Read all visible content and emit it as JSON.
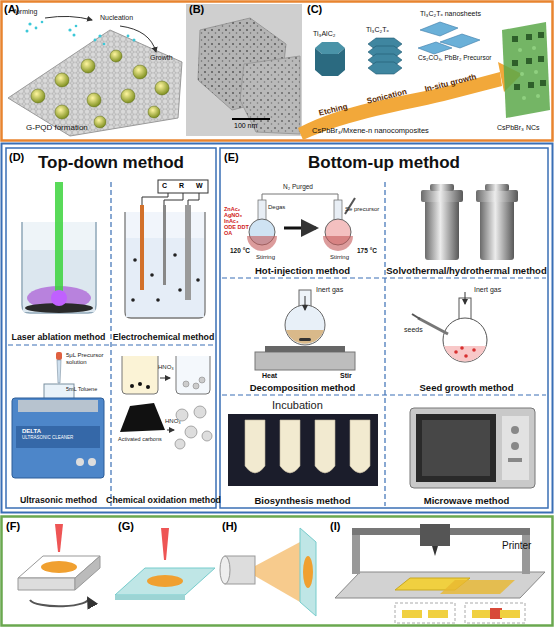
{
  "diagram": {
    "nodes": [
      {
        "text": [
          "Top-down method"
        ]
      },
      {
        "text": [
          "Laser ablation method"
        ],
        "in": 0
      },
      {
        "text": [
          "Electrochemical method"
        ],
        "in": 0
      },
      {
        "text": [
          "Ultrasonic method"
        ],
        "in": 0
      },
      {
        "text": [
          "Chemical oxidation method"
        ],
        "in": 0
      },
      {
        "text": [
          "Bottom-up method"
        ]
      },
      {
        "text": [
          "Hot-injection method"
        ],
        "in": 5
      },
      {
        "text": [
          "Solvothermal/hydrothermal method"
        ],
        "in": 5
      },
      {
        "text": [
          "Decomposition method"
        ],
        "in": 5
      },
      {
        "text": [
          "Seed growth method"
        ],
        "in": 5
      },
      {
        "text": [
          "Biosynthesis method"
        ],
        "in": 5
      },
      {
        "text": [
          "Microwave method"
        ],
        "in": 5
      }
    ],
    "labels": [
      "(A)",
      "forming",
      "Nucleation",
      "Growth",
      "G-PQD formation",
      "(B)",
      "100 nm",
      "(C)",
      "Ti₃AlC₂",
      "Ti₃C₂Tₓ",
      "Ti₃C₂Tₓ nanosheets",
      "Cs₂CO₃, PbBr₂ Precursor",
      "Etching",
      "Sonication",
      "In-situ growth",
      "CsPbBr₃/Mxene-n nanocomposites",
      "CsPbBr₃ NCs",
      "(D)",
      "C",
      "R",
      "W",
      "5μL Precursor solution",
      "5mL Toluene",
      "DELTA",
      "ULTRASONIC CLEANER",
      "HNO₃",
      "Activated carbons",
      "HNO₃",
      "(E)",
      "N₂ Purged",
      "Degas",
      "Se precursor",
      "ZnAc₂ AgNO₃ InAc₃ ODE DDT OA",
      "120 °C",
      "Stirring",
      "175 °C",
      "Stirring",
      "Heat",
      "Stir",
      "Inert gas",
      "Inert gas",
      "seeds",
      "Incubation",
      "(F)",
      "(G)",
      "(H)",
      "(I)",
      "Printer"
    ]
  }
}
